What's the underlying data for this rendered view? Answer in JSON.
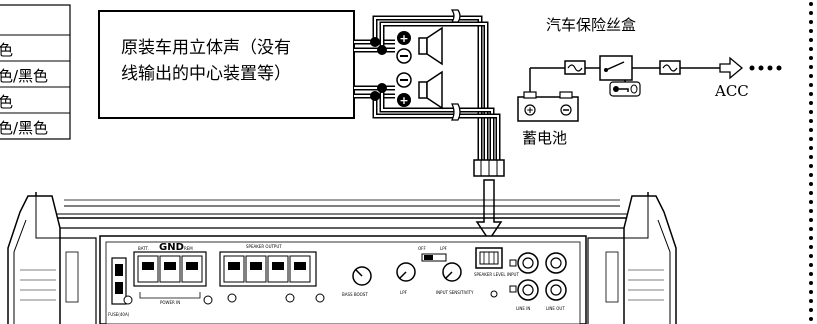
{
  "wire_color_table": {
    "rows": [
      "色",
      "色/黑色",
      "色",
      "色/黑色"
    ]
  },
  "head_unit": {
    "line1": "原装车用立体声（没有",
    "line2": "线输出的中心装置等）"
  },
  "fuse_box_label": "汽车保险丝盒",
  "battery_label": "蓄电池",
  "acc_label": "ACC",
  "amplifier": {
    "batt": "BATT.",
    "gnd": "GND",
    "rem": "REM",
    "speaker_output": "SPEAKER OUTPUT",
    "power_in": "POWER IN",
    "fuse": "FUSE(40A)",
    "bass_boost": "BASS BOOST",
    "lpf": "LPF",
    "input_sensitivity": "INPUT SENSITIVITY",
    "speaker_level_input": "SPEAKER LEVEL INPUT",
    "line_in": "LINE IN",
    "line_out": "LINE OUT",
    "lpf_switch_off": "OFF",
    "lpf_switch_on": "LPF"
  }
}
